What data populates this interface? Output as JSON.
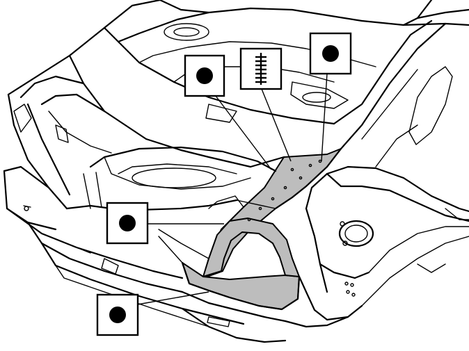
{
  "diagram": {
    "colors": {
      "line": "#000000",
      "highlight": "#bdbdbd",
      "background": "#ffffff"
    },
    "callouts": [
      {
        "id": "callout-top-left",
        "symbol": "dot-icon"
      },
      {
        "id": "callout-top-center",
        "symbol": "spot-weld-comb-icon"
      },
      {
        "id": "callout-top-right",
        "symbol": "dot-icon"
      },
      {
        "id": "callout-middle-left",
        "symbol": "dot-icon"
      },
      {
        "id": "callout-bottom-left",
        "symbol": "dot-icon"
      }
    ]
  }
}
